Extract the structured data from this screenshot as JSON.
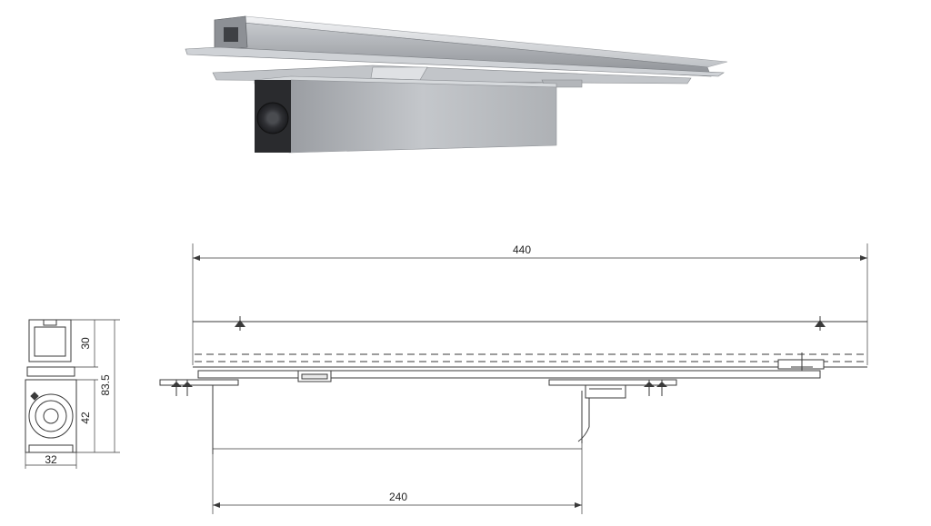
{
  "dimensions": {
    "overall_length": "440",
    "arm_length": "240",
    "rail_height": "30",
    "body_height": "42",
    "total_height": "83.5",
    "body_width": "32"
  },
  "colors": {
    "line": "#3a3a3a",
    "metal_light": "#d9dbde",
    "metal_mid": "#b3b6ba",
    "metal_dark": "#7d8085",
    "body_face": "#2a2b2e"
  }
}
